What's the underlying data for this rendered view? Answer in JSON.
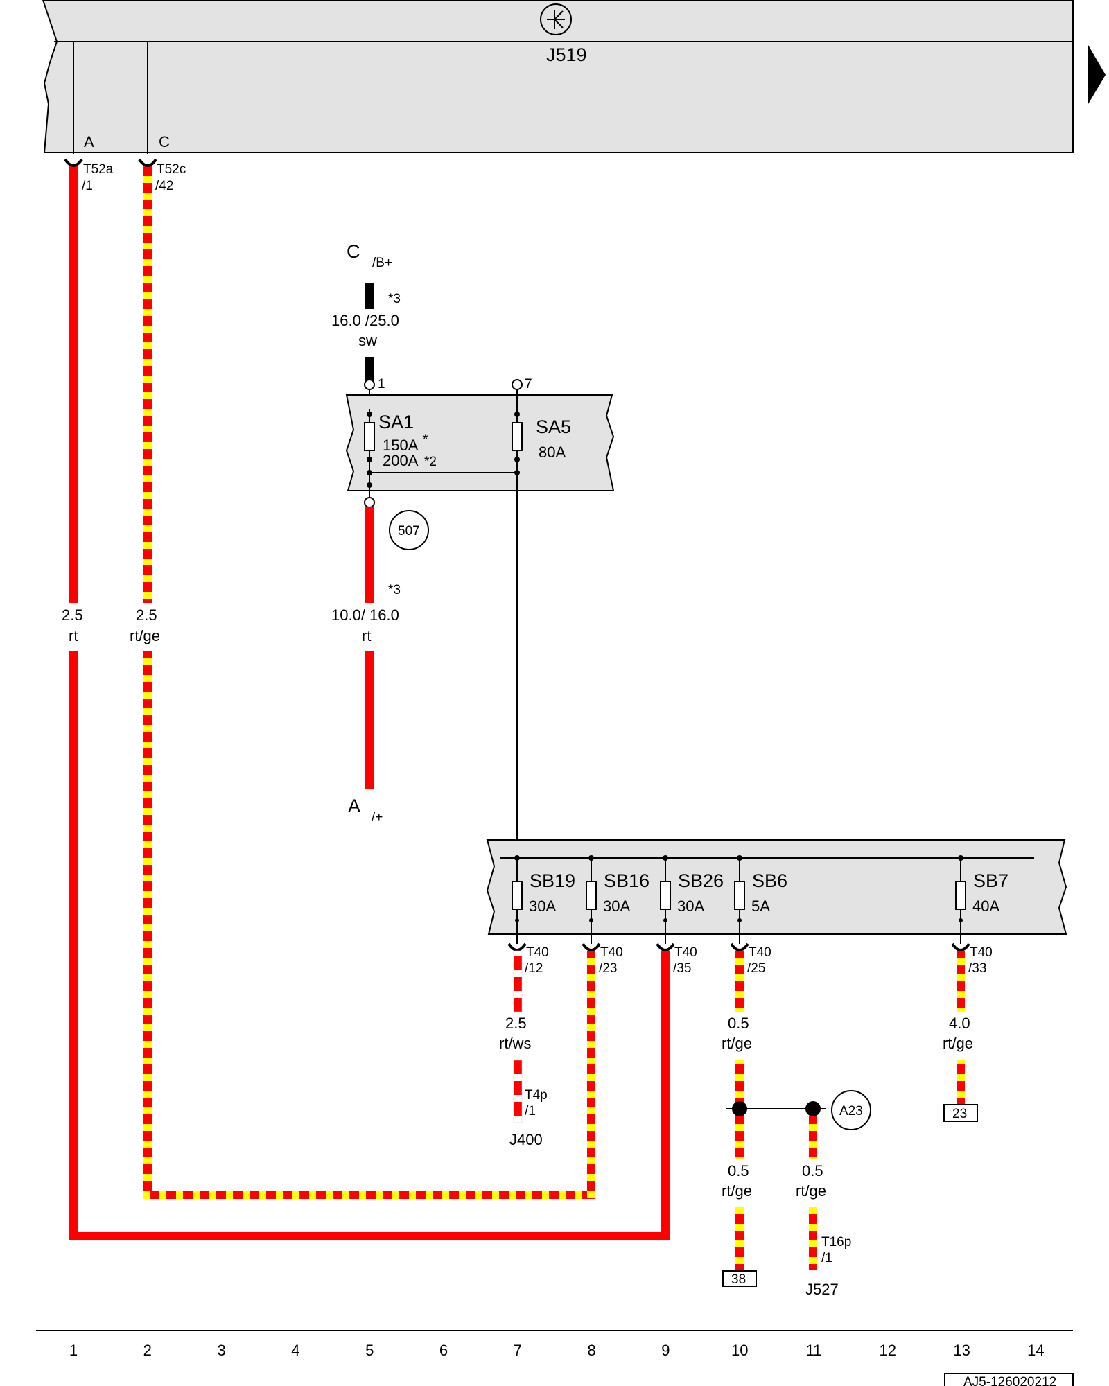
{
  "modules": {
    "j519": {
      "label": "J519",
      "pin_a": "A",
      "pin_c": "C",
      "arrow_icon": "triangle-right-icon",
      "symbol_icon": "control-unit-icon"
    },
    "sa_box": {
      "sa1": "SA1",
      "sa1_rating_1": "150A",
      "sa1_star_1": "*",
      "sa1_rating_2": "200A",
      "sa1_star_2": "*2",
      "sa5": "SA5",
      "sa5_rating": "80A",
      "pin_1": "1",
      "pin_7": "7"
    },
    "sb_box": {
      "fuses": [
        {
          "name": "SB19",
          "rating": "30A"
        },
        {
          "name": "SB16",
          "rating": "30A"
        },
        {
          "name": "SB26",
          "rating": "30A"
        },
        {
          "name": "SB6",
          "rating": "5A"
        },
        {
          "name": "SB7",
          "rating": "40A"
        }
      ]
    }
  },
  "connectors": {
    "t52a": {
      "name": "T52a",
      "pin": "/1"
    },
    "t52c": {
      "name": "T52c",
      "pin": "/42"
    },
    "t40_12": {
      "name": "T40",
      "pin": "/12"
    },
    "t40_23": {
      "name": "T40",
      "pin": "/23"
    },
    "t40_35": {
      "name": "T40",
      "pin": "/35"
    },
    "t40_25": {
      "name": "T40",
      "pin": "/25"
    },
    "t40_33": {
      "name": "T40",
      "pin": "/33"
    },
    "t4p": {
      "name": "T4p",
      "pin": "/1"
    },
    "t16p": {
      "name": "T16p",
      "pin": "/1"
    }
  },
  "wires": {
    "w1": {
      "size": "2.5",
      "color": "rt"
    },
    "w2": {
      "size": "2.5",
      "color": "rt/ge"
    },
    "w5_top": {
      "size": "16.0 /25.0",
      "color": "sw",
      "note": "*3"
    },
    "w5_bottom": {
      "size": "10.0/ 16.0",
      "color": "rt",
      "note": "*3"
    },
    "w7": {
      "size": "2.5",
      "color": "rt/ws"
    },
    "w10a": {
      "size": "0.5",
      "color": "rt/ge"
    },
    "w10b": {
      "size": "0.5",
      "color": "rt/ge"
    },
    "w11": {
      "size": "0.5",
      "color": "rt/ge"
    },
    "w13": {
      "size": "4.0",
      "color": "rt/ge"
    }
  },
  "refs": {
    "c_b": {
      "letter": "C",
      "suffix": "/B+"
    },
    "a_plus": {
      "letter": "A",
      "suffix": "/+"
    },
    "ground_507": "507",
    "a23": "A23",
    "j400": "J400",
    "j527": "J527",
    "box_23": "23",
    "box_38": "38"
  },
  "columns": [
    "1",
    "2",
    "3",
    "4",
    "5",
    "6",
    "7",
    "8",
    "9",
    "10",
    "11",
    "12",
    "13",
    "14"
  ],
  "doc_id": "AJ5-126020212",
  "colors": {
    "red": "#ff0000",
    "yellow": "#ffff00",
    "white": "#ffffff",
    "black": "#000000",
    "box_fill": "#e3e3e3"
  }
}
